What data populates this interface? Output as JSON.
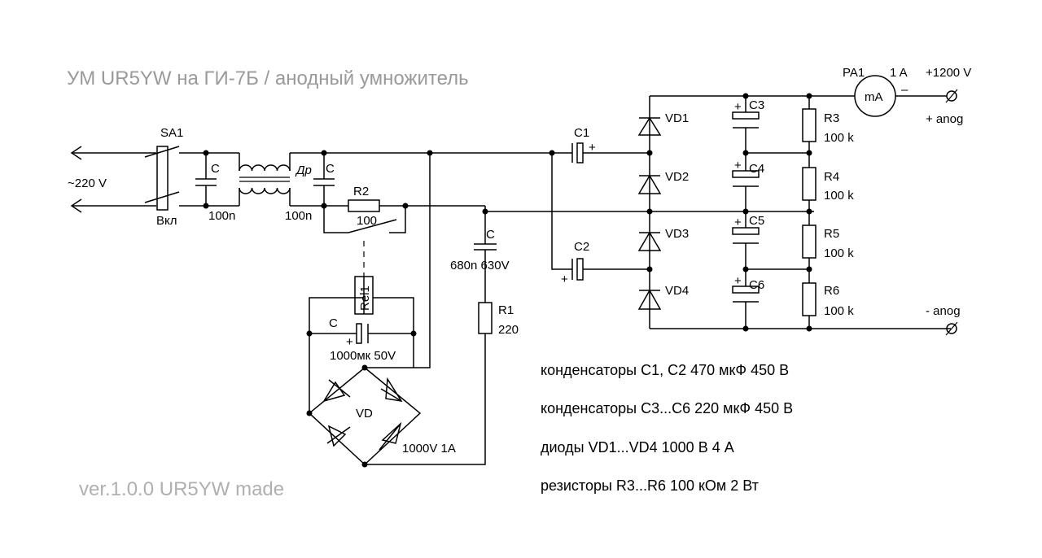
{
  "title": "УМ UR5YW на ГИ-7Б / анодный умножитель",
  "version": "ver.1.0.0   UR5YW made",
  "colors": {
    "wire": "#000000",
    "title": "#9a9a9a",
    "positive": "#c00000",
    "negative": "#1a2fa0",
    "mains": "#1a2f80"
  },
  "mains_label": "~220 V",
  "switch": {
    "ref": "SA1",
    "state": "Вкл"
  },
  "filter": {
    "cap_in_ref": "C",
    "cap_in_value": "100n",
    "choke_ref": "Др",
    "cap_out_ref": "C",
    "cap_out_value": "100n"
  },
  "r2": {
    "ref": "R2",
    "value": "100"
  },
  "c_series": {
    "ref": "C",
    "value": "680n 630V"
  },
  "r1": {
    "ref": "R1",
    "value": "220"
  },
  "relay": {
    "ref": "Rel1"
  },
  "relay_cap": {
    "ref": "C",
    "value": "1000мк 50V",
    "polarity": "+"
  },
  "bridge": {
    "ref": "VD",
    "value": "1000V 1A"
  },
  "c1": {
    "ref": "C1",
    "polarity": "+"
  },
  "c2": {
    "ref": "C2",
    "polarity": "+"
  },
  "diodes": [
    "VD1",
    "VD2",
    "VD3",
    "VD4"
  ],
  "caps": [
    "C3",
    "C4",
    "C5",
    "C6"
  ],
  "cap_polarity": "+",
  "resistors": [
    {
      "ref": "R3",
      "value": "100 k"
    },
    {
      "ref": "R4",
      "value": "100 k"
    },
    {
      "ref": "R5",
      "value": "100 k"
    },
    {
      "ref": "R6",
      "value": "100 k"
    }
  ],
  "meter": {
    "ref": "PA1",
    "range": "1 A",
    "unit": "mA",
    "polarity": "–"
  },
  "output_pos": {
    "voltage": "+1200 V",
    "label": "+ anog"
  },
  "output_neg": {
    "label": "- anog"
  },
  "notes": [
    "конденсаторы С1, С2 470 мкФ 450 В",
    "конденсаторы С3...С6 220 мкФ 450 В",
    "диоды VD1...VD4 1000 В 4 А",
    "резисторы R3...R6  100 кОм 2 Вт"
  ]
}
